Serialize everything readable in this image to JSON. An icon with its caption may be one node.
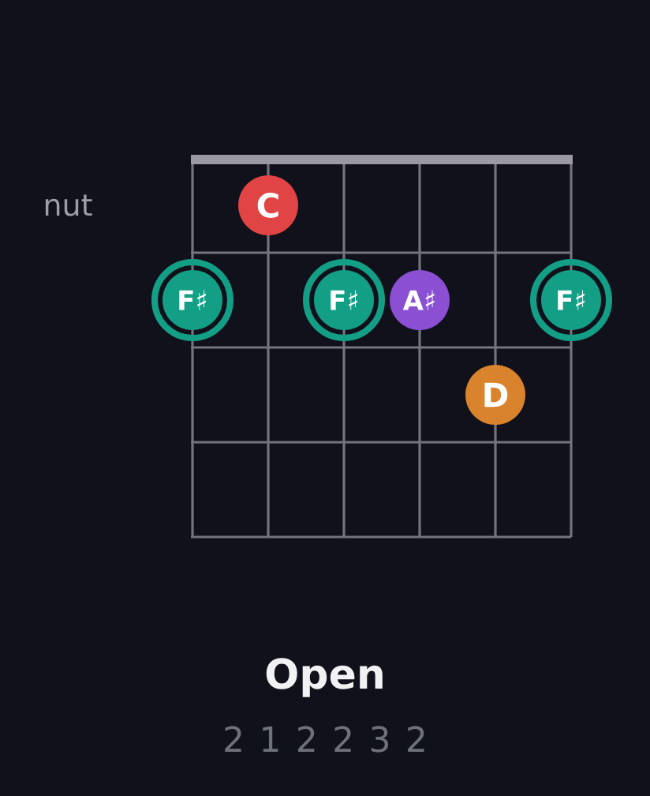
{
  "diagram": {
    "title": "Open",
    "nodes": [
      {
        "text": [
          "C"
        ]
      },
      {
        "text": [
          "F♯"
        ]
      },
      {
        "text": [
          "F♯"
        ]
      },
      {
        "text": [
          "A♯"
        ]
      },
      {
        "text": [
          "F♯"
        ]
      },
      {
        "text": [
          "D"
        ]
      }
    ],
    "labels": [
      "nut",
      "2 1 2 2 3 2"
    ]
  }
}
